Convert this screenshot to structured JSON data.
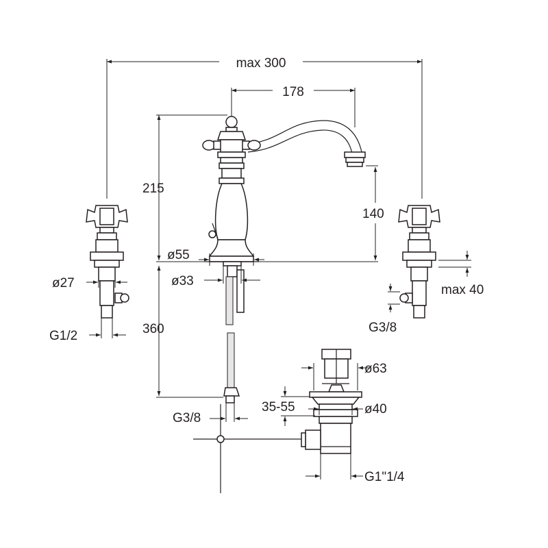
{
  "dimensions": {
    "overall_width": "max 300",
    "spout_reach": "178",
    "spout_height": "215",
    "outlet_height": "140",
    "base_diameter": "ø55",
    "tail_diameter": "ø33",
    "below_deck_length": "360",
    "hose_thread": "G3/8",
    "valve_flange_diameter": "ø27",
    "valve_thread": "G1/2",
    "deck_thickness": "max 40",
    "valve_outlet_thread": "G3/8",
    "waste_head_diameter": "ø63",
    "waste_range": "35-55",
    "waste_body_diameter": "ø40",
    "waste_thread": "G1\"1/4"
  }
}
